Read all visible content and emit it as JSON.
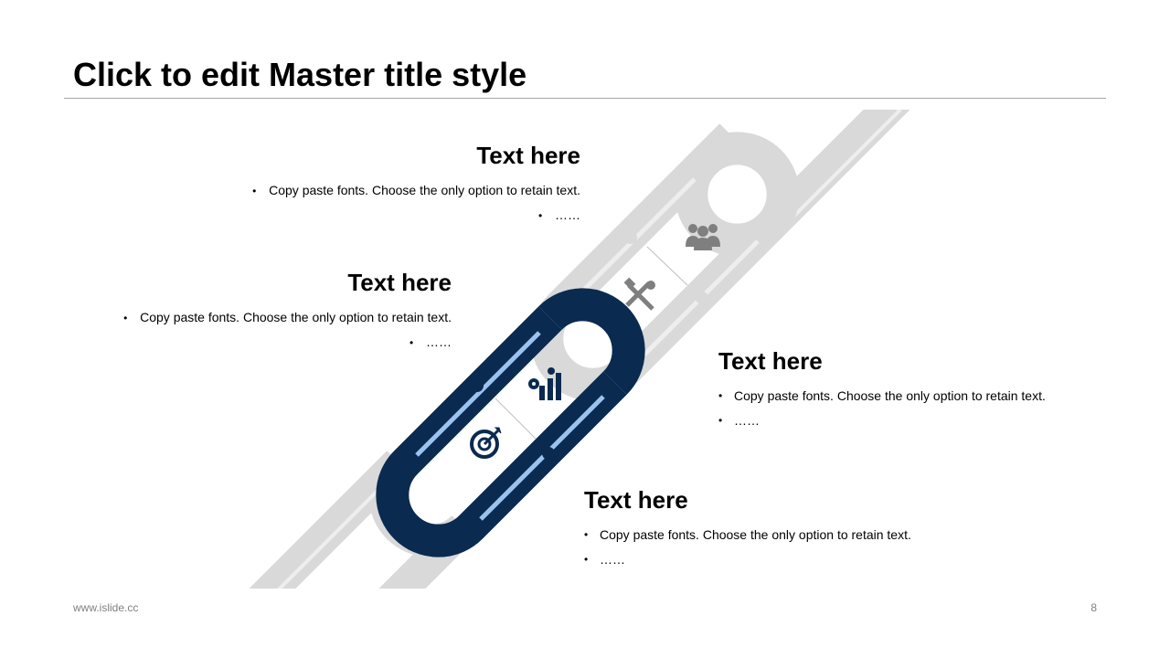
{
  "slide": {
    "title": "Click to edit Master title style"
  },
  "blocks": [
    {
      "heading": "Text here",
      "bullets": [
        "Copy paste fonts. Choose the only option to retain text.",
        "……"
      ]
    },
    {
      "heading": "Text here",
      "bullets": [
        "Copy paste fonts. Choose the only option to retain text.",
        "……"
      ]
    },
    {
      "heading": "Text here",
      "bullets": [
        "Copy paste fonts. Choose the only option to retain text.",
        "……"
      ]
    },
    {
      "heading": "Text here",
      "bullets": [
        "Copy paste fonts. Choose the only option to retain text.",
        "……"
      ]
    }
  ],
  "icons": [
    "people-icon",
    "tools-icon",
    "chart-gears-icon",
    "target-icon"
  ],
  "colors": {
    "accent": "#0a2a50",
    "accent_highlight": "#9cc3f0",
    "chain_gray": "#d9d9d9",
    "chain_highlight": "#eeeeee",
    "icon_gray": "#7f7f7f"
  },
  "footer": {
    "website": "www.islide.cc",
    "page_number": "8"
  }
}
